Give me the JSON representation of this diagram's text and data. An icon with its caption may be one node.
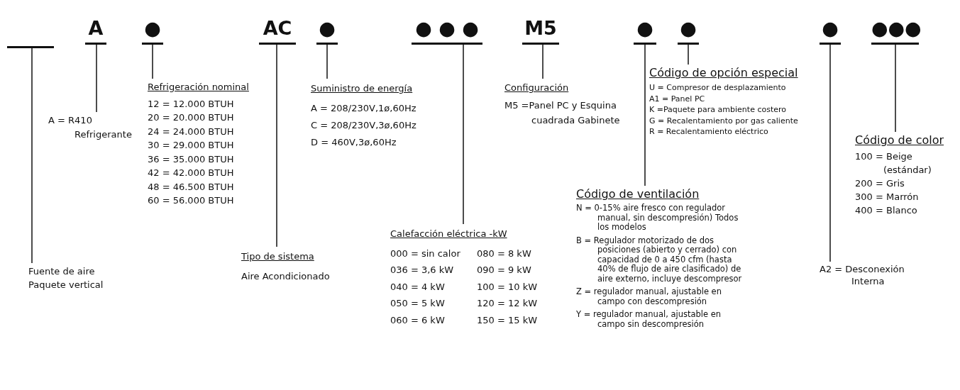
{
  "diagram": {
    "nodes": [
      {
        "text": [],
        "shape": "bar"
      },
      {
        "text": [
          "A"
        ]
      },
      {
        "text": [
          "●"
        ]
      },
      {
        "text": [
          "AC"
        ]
      },
      {
        "text": [
          "●"
        ]
      },
      {
        "text": [
          "● ● ●"
        ]
      },
      {
        "text": [
          "M5"
        ]
      },
      {
        "text": [
          "●"
        ]
      },
      {
        "text": [
          "●"
        ]
      },
      {
        "text": [
          "●"
        ]
      },
      {
        "text": [
          "●●●"
        ]
      },
      {
        "text": [
          "Fuente de aire Paquete vertical"
        ]
      },
      {
        "text": [
          "A = R410 Refrigerante"
        ]
      },
      {
        "text": [
          "Refrigeración nominal",
          "12 = 12.000 BTUH",
          "20 = 20.000 BTUH",
          "24 = 24.000 BTUH",
          "30 = 29.000 BTUH",
          "36 = 35.000 BTUH",
          "42 = 42.000 BTUH",
          "48 = 46.500 BTUH",
          "60 = 56.000 BTUH"
        ]
      },
      {
        "text": [
          "Tipo de sistema",
          "Aire Acondicionado"
        ]
      },
      {
        "text": [
          "Suministro de energía",
          "A = 208/230V,1ø,60Hz",
          "C = 208/230V,3ø,60Hz",
          "D = 460V,3ø,60Hz"
        ]
      },
      {
        "text": [
          "Calefacción eléctrica -kW",
          "000 = sin calor",
          "080 = 8 kW",
          "036 = 3,6 kW",
          "090 = 9 kW",
          "040 = 4 kW",
          "100 = 10 kW",
          "050 = 5 kW",
          "120 = 12 kW",
          "060 = 6 kW",
          "150 = 15 kW"
        ]
      },
      {
        "text": [
          "Configuración",
          "M5 =Panel PC y Esquina cuadrada Gabinete"
        ]
      },
      {
        "text": [
          "Código de ventilación",
          "N = 0-15% aire fresco con regulador manual, sin descompresión) Todos los modelos",
          "B = Regulador motorizado de dos posiciones (abierto y cerrado) con capacidad de 0 a 450 cfm (hasta 40% de flujo de aire clasificado) de aire externo, incluye descompresor",
          "Z = regulador manual, ajustable en campo con descompresión",
          "Y = regulador manual, ajustable en campo sin descompresión"
        ]
      },
      {
        "text": [
          "Código de opción especial",
          "U = Compresor de desplazamiento",
          "A1 = Panel PC",
          "K =Paquete para ambiente costero",
          "G = Recalentamiento por gas caliente",
          "R = Recalentamiento eléctrico"
        ]
      },
      {
        "text": [
          "A2 = Desconexión Interna"
        ]
      },
      {
        "text": [
          "Código de color",
          "100 = Beige (estándar)",
          "200 = Gris",
          "300 = Marrón",
          "400 = Blanco"
        ]
      }
    ],
    "edges": [
      {
        "from": 0,
        "to": 11,
        "arrow": "none"
      },
      {
        "from": 1,
        "to": 12,
        "arrow": "none"
      },
      {
        "from": 2,
        "to": 13,
        "arrow": "none"
      },
      {
        "from": 3,
        "to": 14,
        "arrow": "none"
      },
      {
        "from": 4,
        "to": 15,
        "arrow": "none"
      },
      {
        "from": 5,
        "to": 16,
        "arrow": "none"
      },
      {
        "from": 6,
        "to": 17,
        "arrow": "none"
      },
      {
        "from": 7,
        "to": 18,
        "arrow": "none"
      },
      {
        "from": 8,
        "to": 19,
        "arrow": "none"
      },
      {
        "from": 9,
        "to": 20,
        "arrow": "none"
      },
      {
        "from": 10,
        "to": 21,
        "arrow": "none"
      }
    ]
  }
}
